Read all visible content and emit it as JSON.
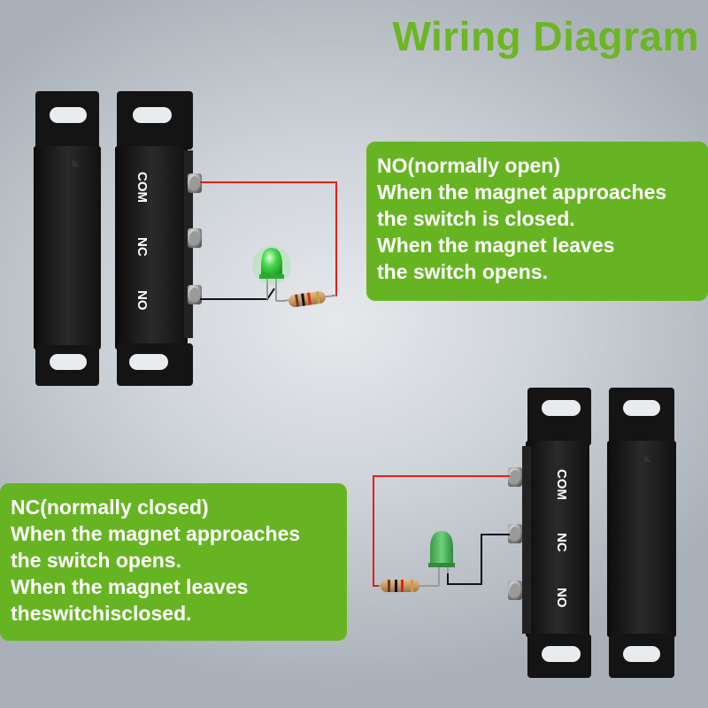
{
  "title": "Wiring Diagram",
  "top_note": {
    "heading": "NO(normally open)",
    "lines": [
      "When the magnet approaches",
      "the switch is closed.",
      "When the magnet leaves",
      "the switch opens."
    ]
  },
  "bottom_note": {
    "heading": "NC(normally closed)",
    "lines": [
      "When the magnet approaches",
      "the switch opens.",
      "When the magnet leaves",
      "theswitchisclosed."
    ]
  },
  "terminals": [
    "COM",
    "NC",
    "NO"
  ],
  "colors": {
    "title_green": "#6cb523",
    "box_green": "#67b423",
    "wire_red": "#e0201a",
    "wire_black": "#111111",
    "led_green": "#3cc83c",
    "housing": "#1a1a1a"
  }
}
